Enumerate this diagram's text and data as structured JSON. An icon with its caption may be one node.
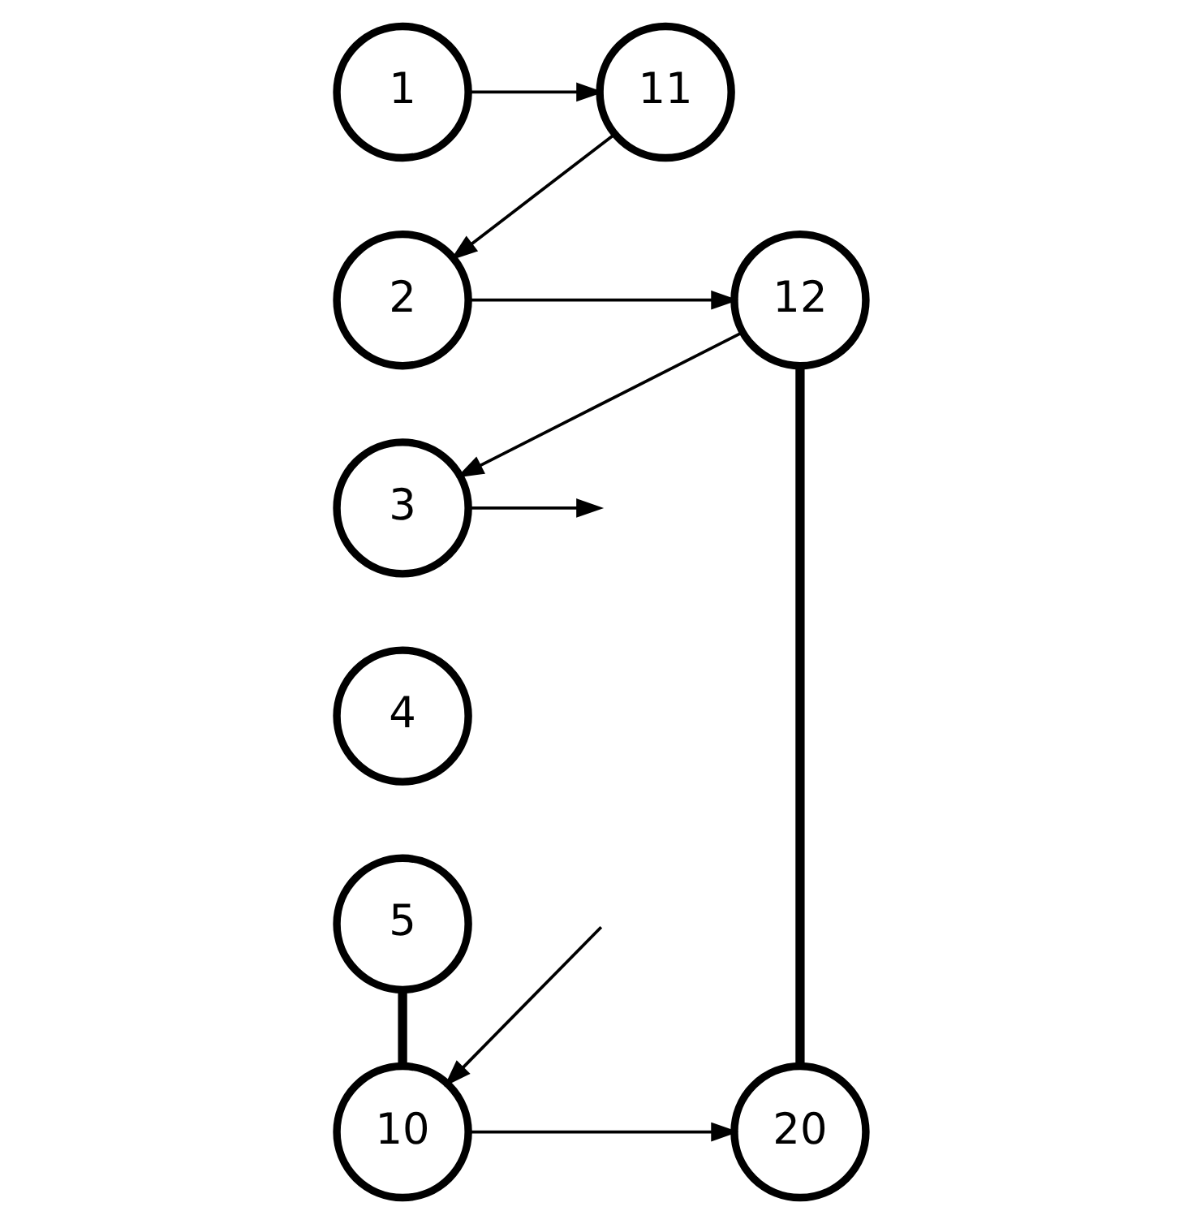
{
  "diagram": {
    "nodes": [
      {
        "text": [
          "1"
        ]
      },
      {
        "text": [
          "11"
        ]
      },
      {
        "text": [
          "2"
        ]
      },
      {
        "text": [
          "12"
        ]
      },
      {
        "text": [
          "3"
        ]
      },
      {
        "text": [
          "4"
        ]
      },
      {
        "text": [
          "5"
        ]
      },
      {
        "text": [
          "10"
        ]
      },
      {
        "text": [
          "20"
        ]
      }
    ],
    "edges": [
      {
        "from": 0,
        "to": 1,
        "arrow": "to"
      },
      {
        "from": 1,
        "to": 2,
        "arrow": "to"
      },
      {
        "from": 2,
        "to": 3,
        "arrow": "to"
      },
      {
        "from": 3,
        "to": 4,
        "arrow": "to"
      },
      {
        "from": 4,
        "to": null,
        "arrow": "to"
      },
      {
        "from": 6,
        "to": 7,
        "arrow": "none",
        "style": "thick"
      },
      {
        "from": 3,
        "to": 8,
        "arrow": "none",
        "style": "thick"
      },
      {
        "from": null,
        "to": 7,
        "arrow": "to"
      },
      {
        "from": 7,
        "to": 8,
        "arrow": "to"
      }
    ]
  }
}
